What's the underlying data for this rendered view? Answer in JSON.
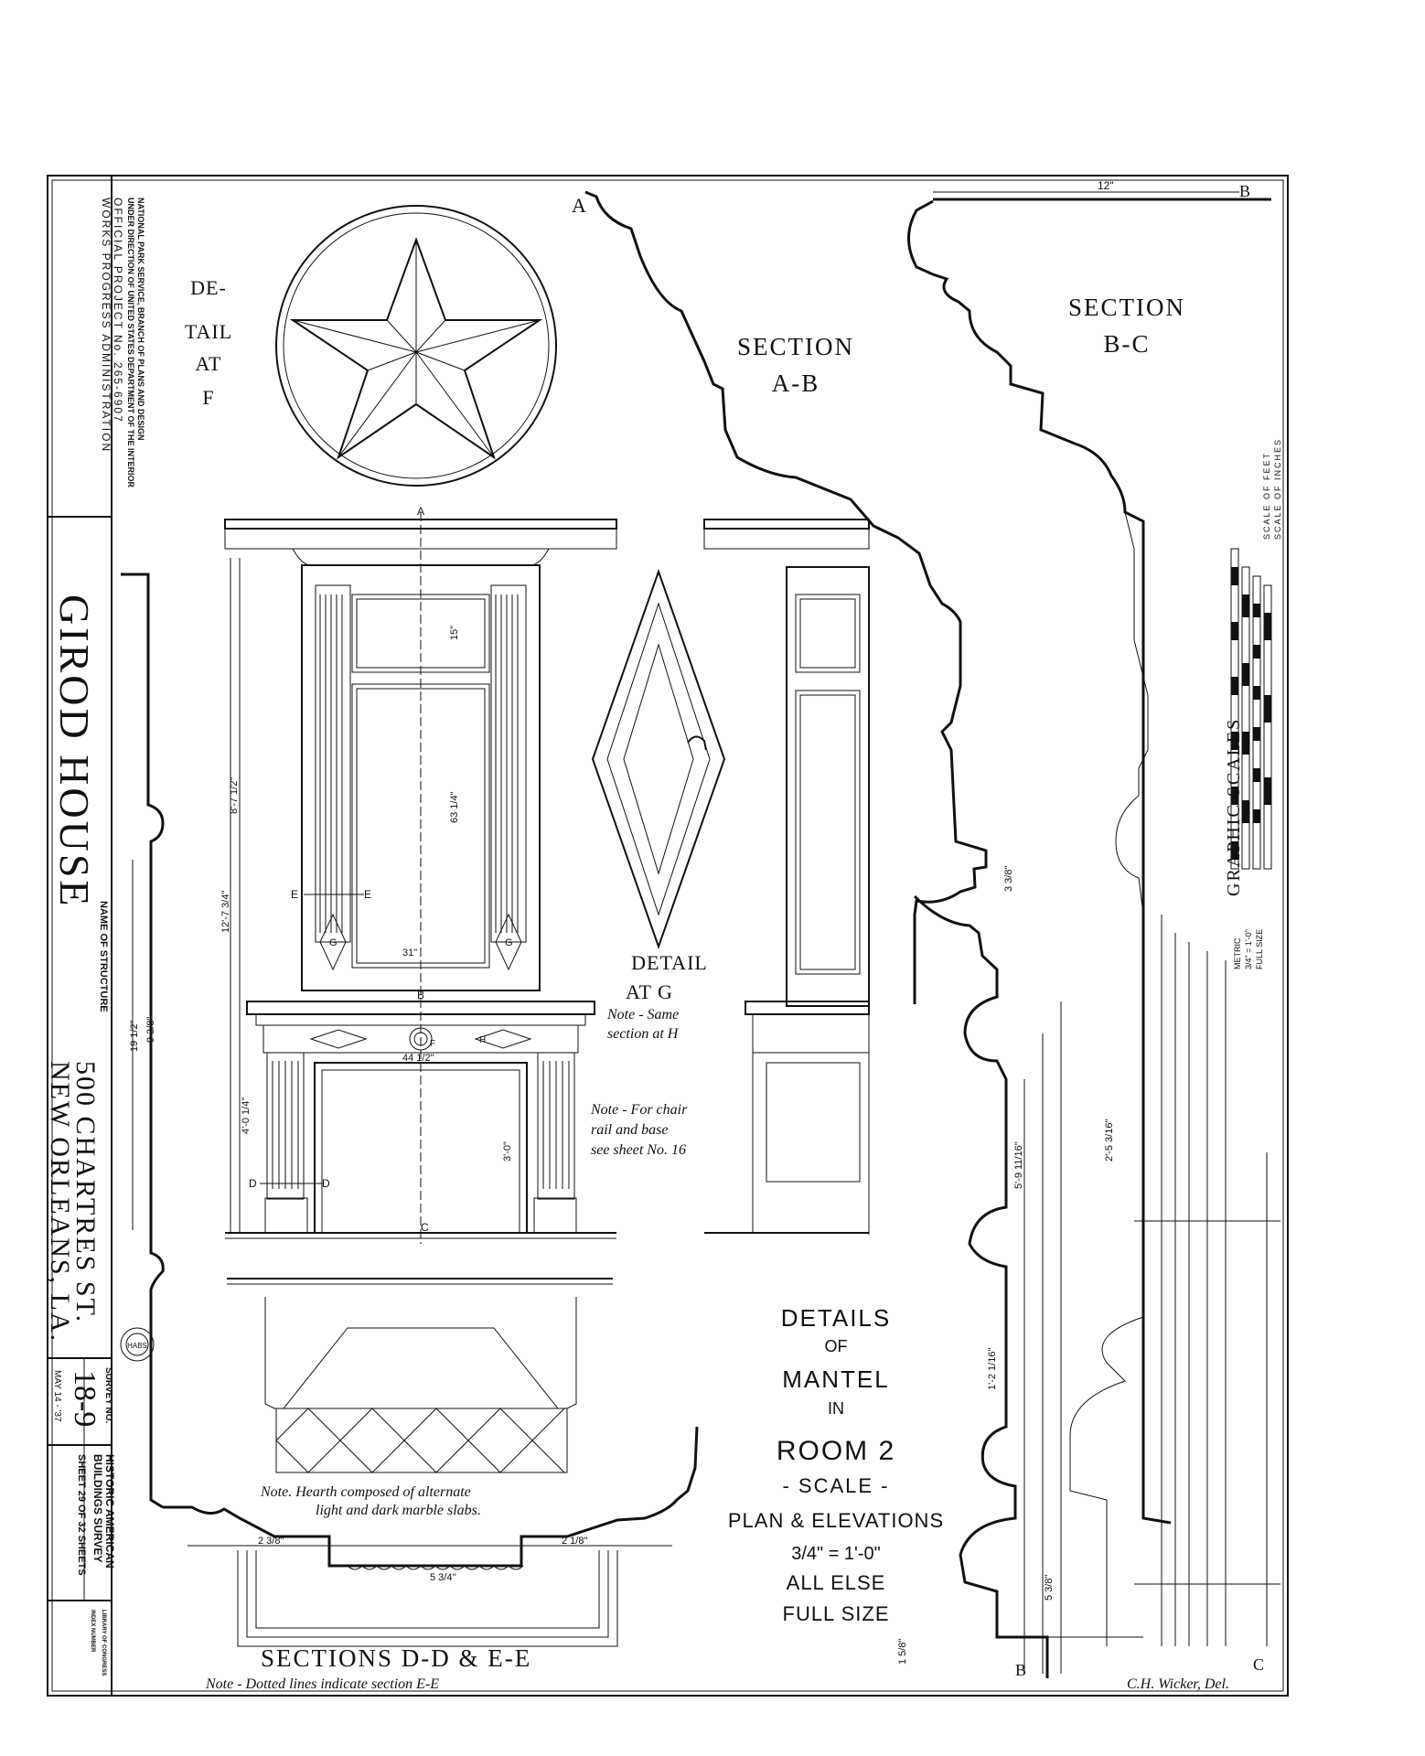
{
  "title_block": {
    "agency_lines": [
      "WORKS PROGRESS ADMINISTRATION",
      "OFFICIAL PROJECT No. 265-6907",
      "UNDER DIRECTION OF UNITED STATES DEPARTMENT OF THE INTERIOR",
      "NATIONAL PARK SERVICE, BRANCH OF PLANS AND DESIGN"
    ],
    "structure_name": "GIROD HOUSE",
    "name_label": "NAME OF STRUCTURE",
    "address_line1": "500 CHARTRES ST.",
    "address_line2": "NEW ORLEANS, LA.",
    "survey_label": "SURVEY NO.",
    "survey_number": "18-9",
    "date": "MAY 14 - '37",
    "survey_org_line1": "HISTORIC AMERICAN",
    "survey_org_line2": "BUILDINGS SURVEY",
    "sheet_info": "SHEET 29 OF 32 SHEETS",
    "library": "LIBRARY OF CONGRESS",
    "index": "INDEX NUMBER"
  },
  "labels": {
    "detail_f": [
      "DE-",
      "TAIL",
      "AT",
      "F"
    ],
    "section_ab": [
      "SECTION",
      "A-B"
    ],
    "section_bc": [
      "SECTION",
      "B-C"
    ],
    "detail_g": [
      "DETAIL",
      "AT G"
    ],
    "graphic_scales": "GRAPHIC SCALES",
    "scale_feet": "SCALE OF FEET",
    "scale_inches": "SCALE OF INCHES",
    "metric": "METRIC",
    "scale_ratio": "3/4\" = 1'-0\"",
    "full_size": "FULL SIZE",
    "sections_dd_ee": "SECTIONS D-D & E-E",
    "delineator": "C.H. Wicker, Del."
  },
  "notes": {
    "same_section": [
      "Note - Same",
      "section at H"
    ],
    "chair_rail": [
      "Note - For chair",
      "rail and base",
      "see sheet No. 16"
    ],
    "hearth": [
      "Note. Hearth composed of alternate",
      "light and dark marble slabs."
    ],
    "dotted_lines": "Note - Dotted lines indicate section E-E"
  },
  "details_title": [
    "DETAILS",
    "OF",
    "MANTEL",
    "IN",
    "ROOM 2",
    "- SCALE -",
    "PLAN & ELEVATIONS",
    "3/4\" = 1'-0\"",
    "ALL ELSE",
    "FULL SIZE"
  ],
  "section_markers": {
    "a": "A",
    "b": "B",
    "c": "C",
    "d": "D",
    "e": "E",
    "f": "F",
    "g": "G",
    "h": "H"
  },
  "dimensions": {
    "d_12in": "12\"",
    "d_8_7": "8'-7 1/2\"",
    "d_12_7": "12'-7 3/4\"",
    "d_19": "19 1/2\"",
    "d_9": "9 3/8\"",
    "d_4_0": "4'-0 1/4\"",
    "d_3_0": "3'-0\"",
    "d_44": "44 1/2\"",
    "d_31": "31\"",
    "d_63": "63 1/4\"",
    "d_15": "15\"",
    "d_3_3": "3 3/8\"",
    "d_5_9": "5'-9 11/16\"",
    "d_2_5": "2'-5 3/16\"",
    "d_1_2": "1'-2 1/16\"",
    "d_5_3": "5 3/8\"",
    "d_1_5": "1 5/8\"",
    "d_2_left": "2 3/8\"",
    "d_2_right": "2 1/8\"",
    "d_5_plan": "5 3/4\""
  }
}
